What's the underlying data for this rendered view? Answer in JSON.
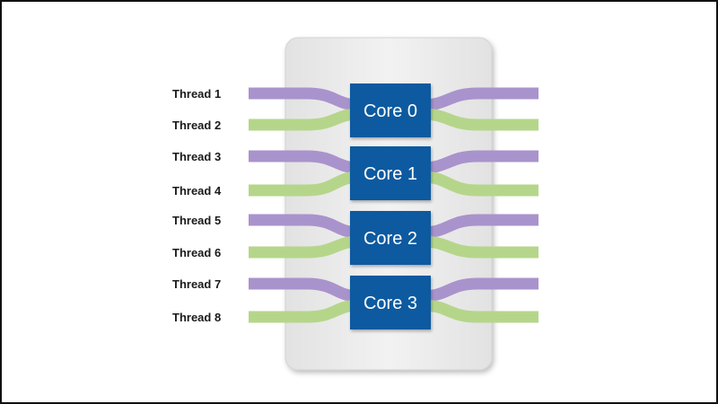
{
  "diagram": {
    "threads": [
      {
        "label": "Thread 1"
      },
      {
        "label": "Thread 2"
      },
      {
        "label": "Thread 3"
      },
      {
        "label": "Thread 4"
      },
      {
        "label": "Thread 5"
      },
      {
        "label": "Thread 6"
      },
      {
        "label": "Thread 7"
      },
      {
        "label": "Thread 8"
      }
    ],
    "cores": [
      {
        "label": "Core 0"
      },
      {
        "label": "Core 1"
      },
      {
        "label": "Core 2"
      },
      {
        "label": "Core 3"
      }
    ],
    "colors": {
      "thread_odd": "#a993cc",
      "thread_even": "#b5d68a",
      "core_fill": "#0f5aa0",
      "chip_fill": "#ececec"
    }
  }
}
